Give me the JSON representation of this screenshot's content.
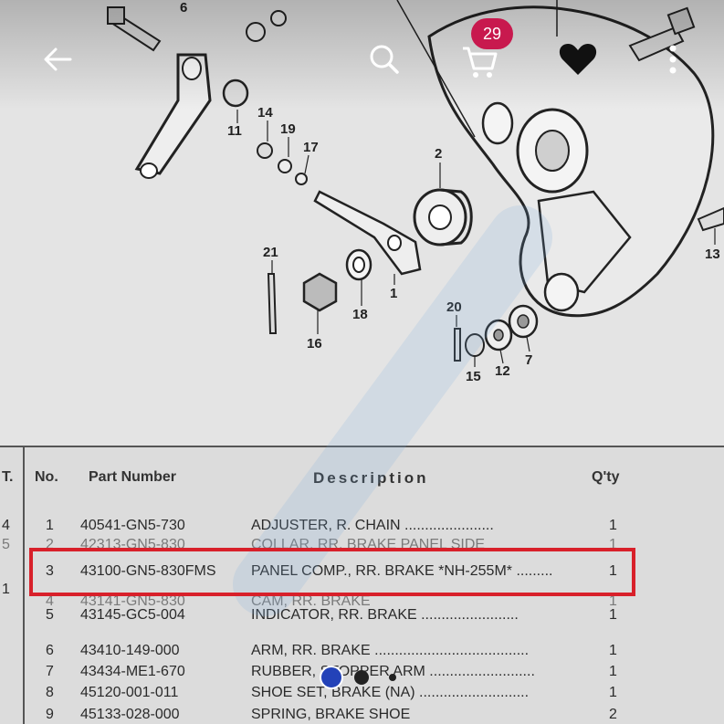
{
  "cart": {
    "count": "29"
  },
  "icons": {
    "back": "arrow-left-icon",
    "search": "search-icon",
    "cart": "shopping-cart-icon",
    "favorite": "heart-icon",
    "more": "more-vertical-icon"
  },
  "diagram": {
    "callouts": [
      "6",
      "14",
      "19",
      "17",
      "11",
      "2",
      "21",
      "1",
      "18",
      "16",
      "20",
      "15",
      "12",
      "7",
      "13"
    ]
  },
  "table": {
    "headers": {
      "left": "T.",
      "no": "No.",
      "part": "Part Number",
      "desc": "Description",
      "qty": "Q'ty"
    },
    "rows": [
      {
        "left": "4",
        "no": "1",
        "part": "40541-GN5-730",
        "desc": "ADJUSTER, R. CHAIN ......................",
        "qty": "1"
      },
      {
        "left": "5",
        "no": "2",
        "part": "42313-GN5-830",
        "desc": "COLLAR, RR. BRAKE PANEL SIDE",
        "qty": "1"
      },
      {
        "left": "1",
        "no": "3",
        "part": "43100-GN5-830FMS",
        "desc": "PANEL COMP., RR. BRAKE *NH-255M* .........",
        "qty": "1"
      },
      {
        "left": "",
        "no": "4",
        "part": "43141-GN5-830",
        "desc": "CAM, RR. BRAKE",
        "qty": "1"
      },
      {
        "left": "",
        "no": "5",
        "part": "43145-GC5-004",
        "desc": "INDICATOR, RR. BRAKE ........................",
        "qty": "1"
      },
      {
        "left": "",
        "no": "6",
        "part": "43410-149-000",
        "desc": "ARM, RR. BRAKE ......................................",
        "qty": "1"
      },
      {
        "left": "",
        "no": "7",
        "part": "43434-ME1-670",
        "desc": "RUBBER, STOPPER ARM ..........................",
        "qty": "1"
      },
      {
        "left": "",
        "no": "8",
        "part": "45120-001-011",
        "desc": "SHOE SET, BRAKE (NA) ...........................",
        "qty": "1"
      },
      {
        "left": "",
        "no": "9",
        "part": "45133-028-000",
        "desc": "SPRING, BRAKE SHOE",
        "qty": "2"
      }
    ]
  },
  "colors": {
    "highlight": "#d8202a",
    "badge": "#c8194e",
    "active_dot": "#2342b8"
  },
  "carousel": {
    "active_index": 0,
    "total": 3
  }
}
